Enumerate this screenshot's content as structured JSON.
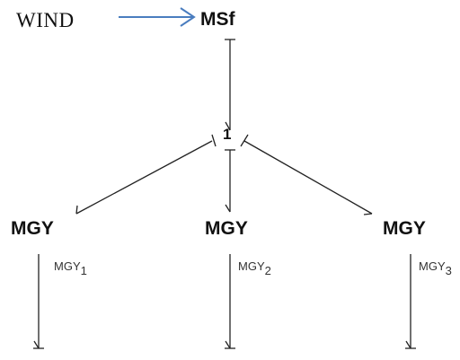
{
  "source_label": "WIND",
  "source_element": "MSf",
  "junction": "1",
  "outputs": [
    {
      "element": "MGY",
      "param": "MGY",
      "index": "1"
    },
    {
      "element": "MGY",
      "param": "MGY",
      "index": "2"
    },
    {
      "element": "MGY",
      "param": "MGY",
      "index": "3"
    }
  ],
  "colors": {
    "input_arrow": "#4a7dbf",
    "bond": "#222222"
  }
}
